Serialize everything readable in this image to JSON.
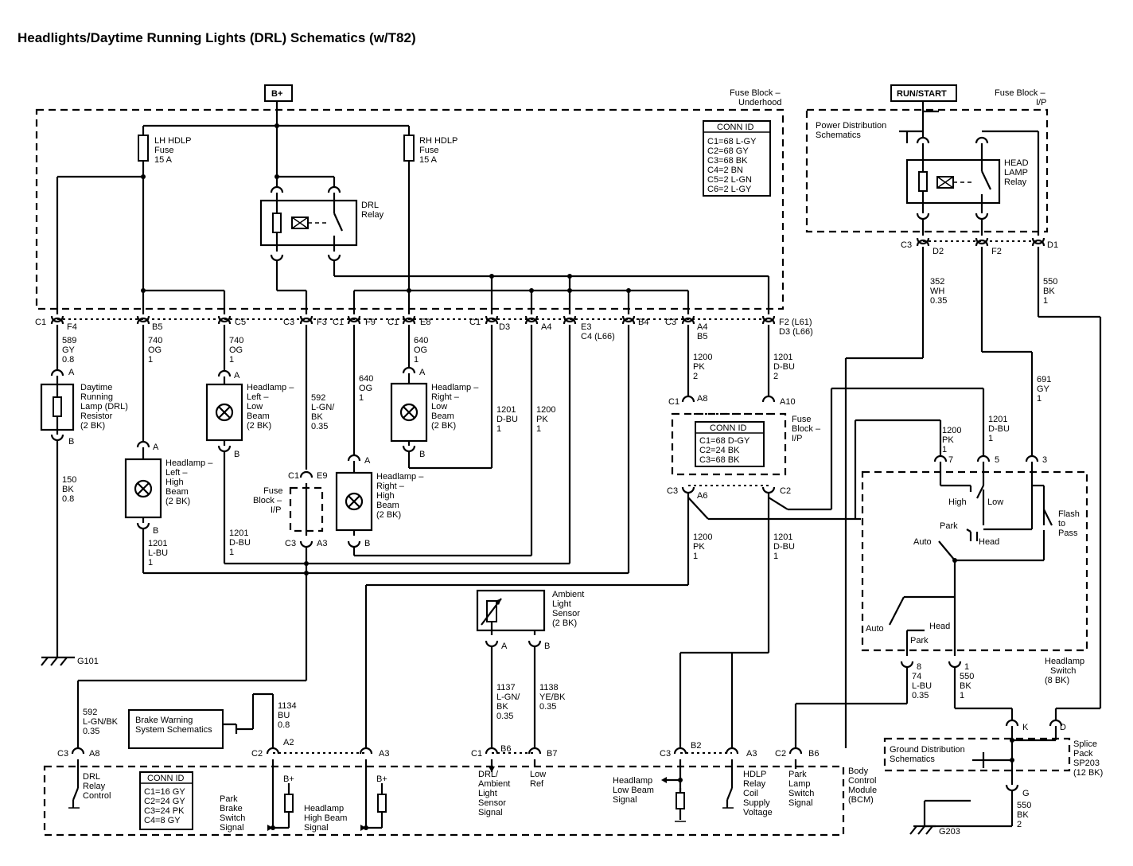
{
  "title": "Headlights/Daytime Running Lights (DRL) Schematics (w/T82)",
  "power": {
    "bplus": "B+",
    "runstart": "RUN/START"
  },
  "fuse_block_underhood": {
    "l1": "Fuse Block –",
    "l2": "Underhood"
  },
  "fuse_block_ip_top": {
    "l1": "Fuse Block –",
    "l2": "I/P"
  },
  "fuse_block_ip_mid": {
    "l1": "Fuse",
    "l2": "Block –",
    "l3": "I/P"
  },
  "fuse_block_ip_left": {
    "l1": "Fuse",
    "l2": "Block –",
    "l3": "I/P"
  },
  "lh_fuse": {
    "l1": "LH HDLP",
    "l2": "Fuse",
    "l3": "15 A"
  },
  "rh_fuse": {
    "l1": "RH HDLP",
    "l2": "Fuse",
    "l3": "15 A"
  },
  "drl_relay": {
    "l1": "DRL",
    "l2": "Relay"
  },
  "head_lamp_relay": {
    "l1": "HEAD",
    "l2": "LAMP",
    "l3": "Relay"
  },
  "power_dist": {
    "l1": "Power Distribution",
    "l2": "Schematics"
  },
  "conn_underhood": {
    "title": "CONN ID",
    "rows": [
      "C1=68 L-GY",
      "C2=68 GY",
      "C3=68 BK",
      "C4=2 BN",
      "C5=2 L-GN",
      "C6=2 L-GY"
    ]
  },
  "conn_ip": {
    "title": "CONN ID",
    "rows": [
      "C1=68 D-GY",
      "C2=24 BK",
      "C3=68 BK"
    ]
  },
  "conn_bcm": {
    "title": "CONN ID",
    "rows": [
      "C1=16 GY",
      "C2=24 GY",
      "C3=24 PK",
      "C4=8 GY"
    ]
  },
  "components": {
    "drl_resistor": [
      "Daytime",
      "Running",
      "Lamp (DRL)",
      "Resistor",
      "(2 BK)"
    ],
    "left_low": [
      "Headlamp –",
      "Left –",
      "Low",
      "Beam",
      "(2 BK)"
    ],
    "left_high": [
      "Headlamp –",
      "Left –",
      "High",
      "Beam",
      "(2 BK)"
    ],
    "right_low": [
      "Headlamp –",
      "Right –",
      "Low",
      "Beam",
      "(2 BK)"
    ],
    "right_high": [
      "Headlamp –",
      "Right –",
      "High",
      "Beam",
      "(2 BK)"
    ],
    "ambient": [
      "Ambient",
      "Light",
      "Sensor",
      "(2 BK)"
    ],
    "brake_warning": [
      "Brake Warning",
      "System Schematics"
    ],
    "ground_dist": [
      "Ground Distribution",
      "Schematics"
    ],
    "splice": [
      "Splice",
      "Pack",
      "SP203",
      "(12 BK)"
    ],
    "headlamp_switch": [
      "Headlamp",
      "Switch",
      "(8 BK)"
    ],
    "bcm": [
      "Body",
      "Control",
      "Module",
      "(BCM)"
    ]
  },
  "connectors": {
    "top_row": [
      {
        "c": "C1",
        "p": "F4"
      },
      {
        "c": "",
        "p": "B5"
      },
      {
        "c": "",
        "p": "C5"
      },
      {
        "c": "C3",
        "p": "F3"
      },
      {
        "c": "C1",
        "p": "F9"
      },
      {
        "c": "C1",
        "p": "E8"
      },
      {
        "c": "C1",
        "p": "D3"
      },
      {
        "c": "",
        "p": "A4"
      },
      {
        "c": "",
        "p": "E3"
      },
      {
        "c": "",
        "p": "C4 (L66)"
      },
      {
        "c": "",
        "p": "B4"
      },
      {
        "c": "C3",
        "p": "A4"
      },
      {
        "c": "",
        "p": "B5"
      },
      {
        "c": "",
        "p": "F2 (L61)"
      },
      {
        "c": "",
        "p": "D3 (L66)"
      }
    ],
    "relay_row": [
      {
        "c": "C3",
        "p": "D2"
      },
      {
        "c": "",
        "p": "F2"
      },
      {
        "c": "",
        "p": "D1"
      }
    ]
  },
  "wires": {
    "w589": [
      "589",
      "GY",
      "0.8"
    ],
    "w740a": [
      "740",
      "OG",
      "1"
    ],
    "w740b": [
      "740",
      "OG",
      "1"
    ],
    "w592a": [
      "592",
      "L-GN/",
      "BK",
      "0.35"
    ],
    "w640a": [
      "640",
      "OG",
      "1"
    ],
    "w640b": [
      "640",
      "OG",
      "1"
    ],
    "w1201a": [
      "1201",
      "D-BU",
      "1"
    ],
    "w1200a": [
      "1200",
      "PK",
      "1"
    ],
    "w1200b": [
      "1200",
      "PK",
      "2"
    ],
    "w1201b": [
      "1201",
      "D-BU",
      "2"
    ],
    "w150": [
      "150",
      "BK",
      "0.8"
    ],
    "w1201c": [
      "1201",
      "L-BU",
      "1"
    ],
    "w1201d": [
      "1201",
      "D-BU",
      "1"
    ],
    "w1200c": [
      "1200",
      "PK",
      "1"
    ],
    "w1201e": [
      "1201",
      "D-BU",
      "1"
    ],
    "w352": [
      "352",
      "WH",
      "0.35"
    ],
    "w550a": [
      "550",
      "BK",
      "1"
    ],
    "w691": [
      "691",
      "GY",
      "1"
    ],
    "w1200d": [
      "1200",
      "PK",
      "1"
    ],
    "w1201f": [
      "1201",
      "D-BU",
      "1"
    ],
    "w592b": [
      "592",
      "L-GN/BK",
      "0.35"
    ],
    "w1134": [
      "1134",
      "BU",
      "0.8"
    ],
    "w1137": [
      "1137",
      "L-GN/",
      "BK",
      "0.35"
    ],
    "w1138": [
      "1138",
      "YE/BK",
      "0.35"
    ],
    "w74": [
      "74",
      "L-BU",
      "0.35"
    ],
    "w550b": [
      "550",
      "BK",
      "1"
    ],
    "w550c": [
      "550",
      "BK",
      "2"
    ]
  },
  "switch_labels": {
    "high": "High",
    "low": "Low",
    "park": "Park",
    "head": "Head",
    "auto": "Auto",
    "flash": [
      "Flash",
      "to",
      "Pass"
    ],
    "auto2": "Auto",
    "head2": "Head",
    "park2": "Park"
  },
  "bcm_labels": {
    "drl": [
      "DRL",
      "Relay",
      "Control"
    ],
    "park_brake": [
      "Park",
      "Brake",
      "Switch",
      "Signal"
    ],
    "hb_signal": [
      "Headlamp",
      "High Beam",
      "Signal"
    ],
    "drl_ambient": [
      "DRL/",
      "Ambient",
      "Light",
      "Sensor",
      "Signal"
    ],
    "low_ref": [
      "Low",
      "Ref"
    ],
    "lb_signal": [
      "Headlamp",
      "Low Beam",
      "Signal"
    ],
    "hdlp_relay": [
      "HDLP",
      "Relay",
      "Coil",
      "Supply",
      "Voltage"
    ],
    "park_lamp": [
      "Park",
      "Lamp",
      "Switch",
      "Signal"
    ],
    "bplus1": "B+",
    "bplus2": "B+"
  },
  "grounds": {
    "g101": "G101",
    "g203": "G203"
  }
}
